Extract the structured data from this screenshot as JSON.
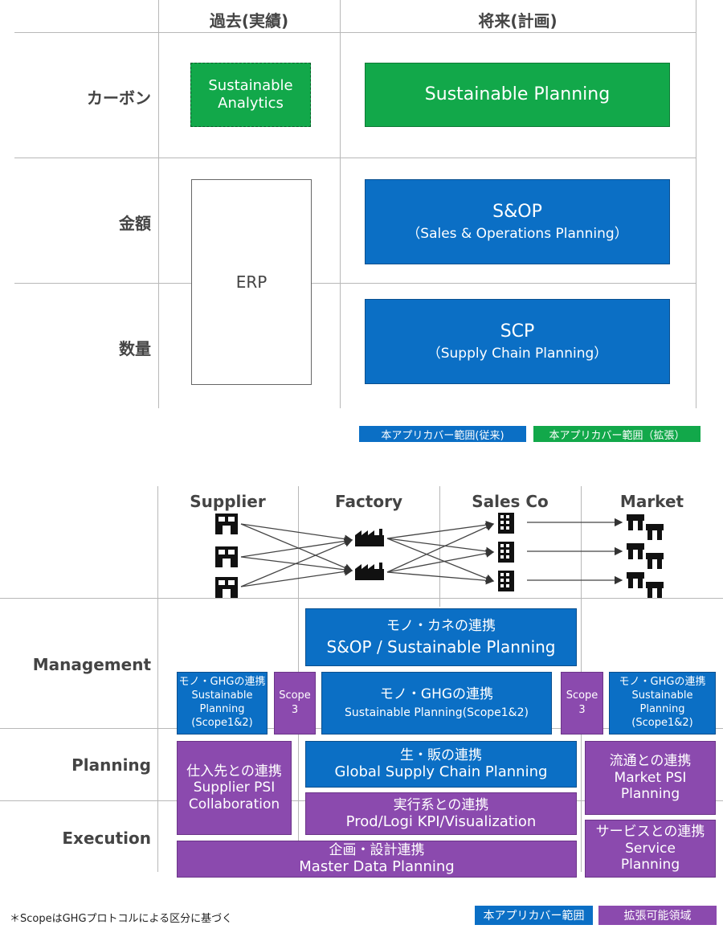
{
  "top": {
    "col_past": "過去(実績)",
    "col_future": "将来(計画)",
    "row_carbon": "カーボン",
    "row_amount": "金額",
    "row_quantity": "数量",
    "sustainable_analytics": [
      "Sustainable",
      "Analytics"
    ],
    "sustainable_planning": "Sustainable Planning",
    "erp": "ERP",
    "sop_title": "S&OP",
    "sop_sub": "（Sales & Operations Planning）",
    "scp_title": "SCP",
    "scp_sub": "（Supply Chain Planning）",
    "legend_blue": "本アプリカバー範囲(従来)",
    "legend_green": "本アプリカバー範囲（拡張）",
    "colors": {
      "blue": "#0b6fc5",
      "green": "#12a84a"
    }
  },
  "bottom": {
    "col_supplier": "Supplier",
    "col_factory": "Factory",
    "col_salesco": "Sales Co",
    "col_market": "Market",
    "row_management": "Management",
    "row_planning": "Planning",
    "row_execution": "Execution",
    "mgmt_center_line1": "モノ・カネの連携",
    "mgmt_center_line2": "S&OP / Sustainable Planning",
    "left_ghg": [
      "モノ・GHGの連携",
      "Sustainable",
      "Planning",
      "(Scope1&2)"
    ],
    "scope3_left": [
      "Scope",
      "3"
    ],
    "center_ghg_line1": "モノ・GHGの連携",
    "center_ghg_line2": "Sustainable Planning(Scope1&2)",
    "scope3_right": [
      "Scope",
      "3"
    ],
    "right_ghg": [
      "モノ・GHGの連携",
      "Sustainable",
      "Planning",
      "(Scope1&2)"
    ],
    "supplier_psi": [
      "仕入先との連携",
      "Supplier PSI",
      "Collaboration"
    ],
    "gscp": [
      "生・販の連携",
      "Global Supply Chain Planning"
    ],
    "market_psi": [
      "流通との連携",
      "Market PSI",
      "Planning"
    ],
    "prod_logi": [
      "実行系との連携",
      "Prod/Logi KPI/Visualization"
    ],
    "service": [
      "サービスとの連携",
      "Service",
      "Planning"
    ],
    "master_data": [
      "企画・設計連携",
      "Master Data Planning"
    ],
    "footnote": "＊ScopeはGHGプロトコルによる区分に基づく",
    "legend_blue": "本アプリカバー範囲",
    "legend_purple": "拡張可能領域",
    "icons": [
      "building-icon",
      "factory-icon",
      "office-building-icon",
      "shops-icon",
      "arrow-icon"
    ],
    "colors": {
      "blue": "#0b6fc5",
      "purple": "#8b4aae"
    }
  }
}
